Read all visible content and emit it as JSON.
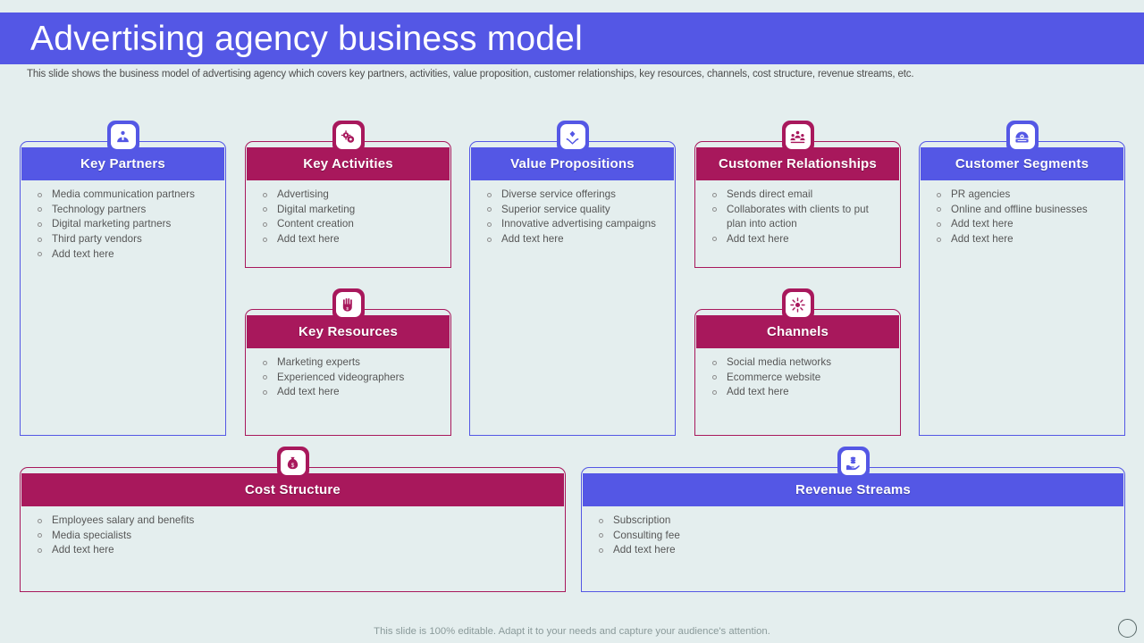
{
  "slide": {
    "title": "Advertising agency business model",
    "subtitle": "This slide shows the business model of advertising agency which covers key partners, activities, value proposition, customer relationships, key resources, channels, cost structure, revenue streams, etc.",
    "footer": "This slide is 100% editable. Adapt it to your needs and capture your audience's attention."
  },
  "colors": {
    "blue": "#5457e5",
    "crimson": "#a8185c",
    "background": "#e4eeee",
    "body_text": "#565656"
  },
  "cards": [
    {
      "id": "key-partners",
      "title": "Key Partners",
      "theme": "blue",
      "icon": "partners-handshake-icon",
      "items": [
        "Media communication partners",
        "Technology partners",
        "Digital marketing partners",
        "Third party vendors",
        "Add text here"
      ]
    },
    {
      "id": "key-activities",
      "title": "Key Activities",
      "theme": "crimson",
      "icon": "gears-icon",
      "items": [
        "Advertising",
        "Digital marketing",
        "Content creation",
        "Add text here"
      ]
    },
    {
      "id": "value-propositions",
      "title": "Value Propositions",
      "theme": "blue",
      "icon": "diamond-in-hands-icon",
      "items": [
        "Diverse service offerings",
        "Superior service quality",
        "Innovative advertising campaigns",
        "Add text here"
      ]
    },
    {
      "id": "customer-relationships",
      "title": "Customer Relationships",
      "theme": "crimson",
      "icon": "people-group-icon",
      "items": [
        "Sends direct email",
        "Collaborates with clients to put plan into action",
        "Add text here"
      ]
    },
    {
      "id": "customer-segments",
      "title": "Customer Segments",
      "theme": "blue",
      "icon": "target-audience-icon",
      "items": [
        "PR agencies",
        "Online and offline businesses",
        "Add text here",
        "Add text here"
      ]
    },
    {
      "id": "key-resources",
      "title": "Key Resources",
      "theme": "crimson",
      "icon": "hand-resources-icon",
      "items": [
        "Marketing experts",
        "Experienced videographers",
        "Add text here"
      ]
    },
    {
      "id": "channels",
      "title": "Channels",
      "theme": "crimson",
      "icon": "broadcast-icon",
      "items": [
        "Social media networks",
        "Ecommerce website",
        "Add text here"
      ]
    },
    {
      "id": "cost-structure",
      "title": "Cost Structure",
      "theme": "crimson",
      "icon": "money-bag-icon",
      "items": [
        "Employees salary and benefits",
        "Media specialists",
        "Add text here"
      ]
    },
    {
      "id": "revenue-streams",
      "title": "Revenue Streams",
      "theme": "blue",
      "icon": "hand-coins-icon",
      "items": [
        "Subscription",
        "Consulting fee",
        "Add text here"
      ]
    }
  ]
}
